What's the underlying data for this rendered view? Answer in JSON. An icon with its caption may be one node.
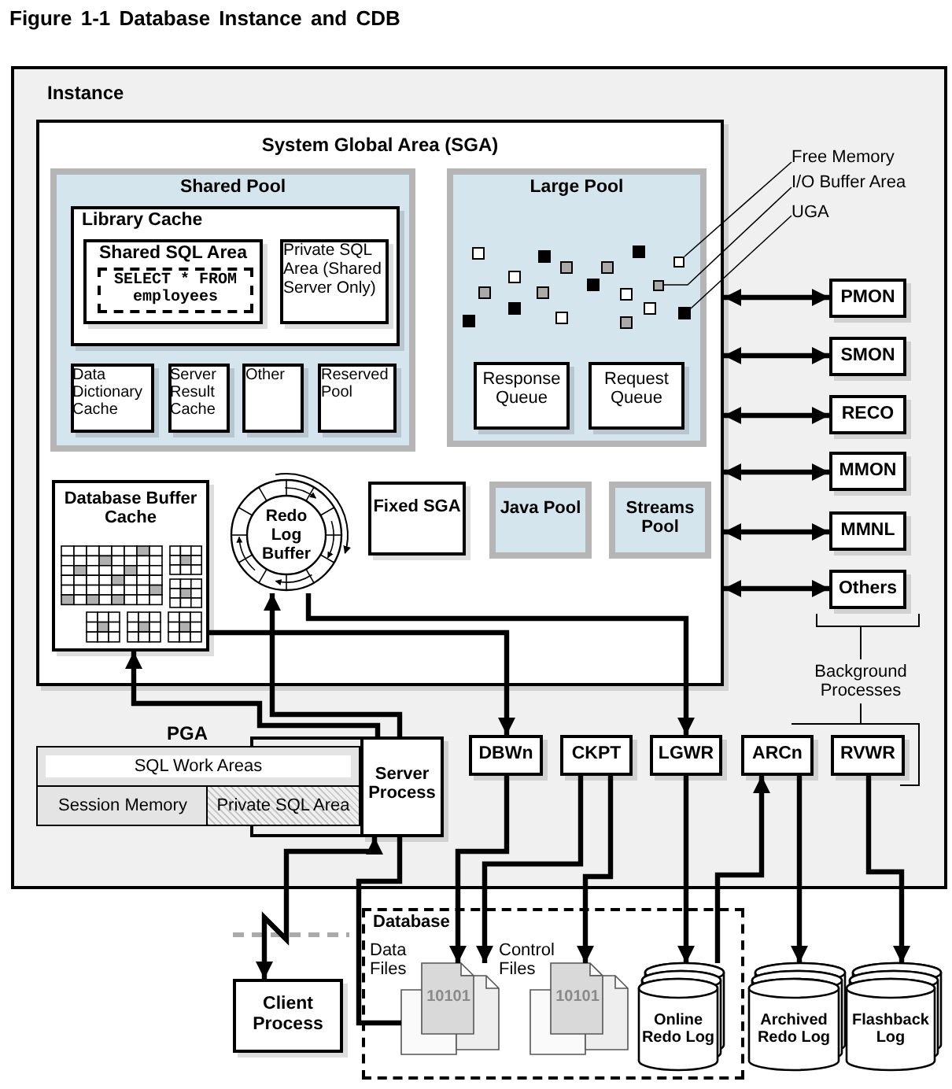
{
  "diagram": {
    "title": "Figure 1-1 Database Instance and CDB",
    "nodes": [
      {
        "text": [
          "Instance"
        ]
      },
      {
        "text": [
          "System Global Area (SGA)"
        ],
        "in": 0
      },
      {
        "text": [
          "Shared Pool"
        ],
        "in": 1
      },
      {
        "text": [
          "Library Cache"
        ],
        "in": 2
      },
      {
        "text": [
          "Shared SQL Area"
        ],
        "in": 3
      },
      {
        "text": [
          "SELECT * FROM employees"
        ],
        "in": 4
      },
      {
        "text": [
          "Private SQL Area (Shared Server Only)"
        ],
        "in": 3
      },
      {
        "text": [
          "Data Dictionary Cache"
        ],
        "in": 2
      },
      {
        "text": [
          "Server Result Cache"
        ],
        "in": 2
      },
      {
        "text": [
          "Other"
        ],
        "in": 2
      },
      {
        "text": [
          "Reserved Pool"
        ],
        "in": 2
      },
      {
        "text": [
          "Large Pool"
        ],
        "in": 1
      },
      {
        "text": [],
        "shape": "box",
        "in": 11
      },
      {
        "text": [],
        "shape": "box",
        "in": 11
      },
      {
        "text": [],
        "shape": "box",
        "in": 11
      },
      {
        "text": [
          "Response Queue"
        ],
        "in": 11
      },
      {
        "text": [
          "Request Queue"
        ],
        "in": 11
      },
      {
        "text": [
          "Free Memory"
        ],
        "in": 0
      },
      {
        "text": [
          "I/O Buffer Area"
        ],
        "in": 0
      },
      {
        "text": [
          "UGA"
        ],
        "in": 0
      },
      {
        "text": [
          "Database Buffer Cache"
        ],
        "in": 1
      },
      {
        "text": [
          "Redo Log Buffer"
        ],
        "in": 1
      },
      {
        "text": [
          "Fixed SGA"
        ],
        "in": 1
      },
      {
        "text": [
          "Java Pool"
        ],
        "in": 1
      },
      {
        "text": [
          "Streams Pool"
        ],
        "in": 1
      },
      {
        "text": [
          "PMON"
        ],
        "in": 0
      },
      {
        "text": [
          "SMON"
        ],
        "in": 0
      },
      {
        "text": [
          "RECO"
        ],
        "in": 0
      },
      {
        "text": [
          "MMON"
        ],
        "in": 0
      },
      {
        "text": [
          "MMNL"
        ],
        "in": 0
      },
      {
        "text": [
          "Others"
        ],
        "in": 0
      },
      {
        "text": [
          "PGA"
        ],
        "in": 0
      },
      {
        "text": [
          "SQL Work Areas"
        ],
        "in": 31
      },
      {
        "text": [
          "Session Memory"
        ],
        "in": 31
      },
      {
        "text": [
          "Private SQL Area"
        ],
        "in": 31
      },
      {
        "text": [
          "Server Process"
        ],
        "in": 0
      },
      {
        "text": [
          "DBWn"
        ],
        "in": 0
      },
      {
        "text": [
          "CKPT"
        ],
        "in": 0
      },
      {
        "text": [
          "LGWR"
        ],
        "in": 0
      },
      {
        "text": [
          "ARCn"
        ],
        "in": 0
      },
      {
        "text": [
          "RVWR"
        ],
        "in": 0
      },
      {
        "text": [
          "Client Process"
        ]
      },
      {
        "text": [
          "Database"
        ]
      },
      {
        "text": [
          "Data Files",
          "10101"
        ],
        "in": 42
      },
      {
        "text": [
          "Control Files",
          "10101"
        ],
        "in": 42
      },
      {
        "text": [
          "Online Redo Log"
        ],
        "in": 42
      },
      {
        "text": [
          "Archived Redo Log"
        ]
      },
      {
        "text": [
          "Flashback Log"
        ]
      }
    ],
    "edges": [
      {
        "from": 1,
        "to": 25,
        "arrow": "both"
      },
      {
        "from": 1,
        "to": 26,
        "arrow": "both"
      },
      {
        "from": 1,
        "to": 27,
        "arrow": "both"
      },
      {
        "from": 1,
        "to": 28,
        "arrow": "both"
      },
      {
        "from": 1,
        "to": 29,
        "arrow": "both"
      },
      {
        "from": 1,
        "to": 30,
        "arrow": "both"
      },
      {
        "from": 17,
        "to": 12,
        "arrow": "none"
      },
      {
        "from": 18,
        "to": 13,
        "arrow": "none"
      },
      {
        "from": 19,
        "to": 14,
        "arrow": "none"
      },
      {
        "from": 20,
        "to": 36,
        "arrow": "to"
      },
      {
        "from": 21,
        "to": 38,
        "arrow": "to"
      },
      {
        "from": 35,
        "to": 20,
        "arrow": "to"
      },
      {
        "from": 35,
        "to": 21,
        "arrow": "to"
      },
      {
        "from": 35,
        "to": 41,
        "arrow": "both"
      },
      {
        "from": 35,
        "to": 43,
        "arrow": "none"
      },
      {
        "from": 36,
        "to": 43,
        "arrow": "to"
      },
      {
        "from": 37,
        "to": 43,
        "arrow": "to"
      },
      {
        "from": 37,
        "to": 44,
        "arrow": "to"
      },
      {
        "from": 38,
        "to": 45,
        "arrow": "to"
      },
      {
        "from": 45,
        "to": 39,
        "arrow": "to"
      },
      {
        "from": 39,
        "to": 46,
        "arrow": "to"
      },
      {
        "from": 40,
        "to": 47,
        "arrow": "to"
      }
    ],
    "labels": [
      "Background Processes"
    ]
  }
}
